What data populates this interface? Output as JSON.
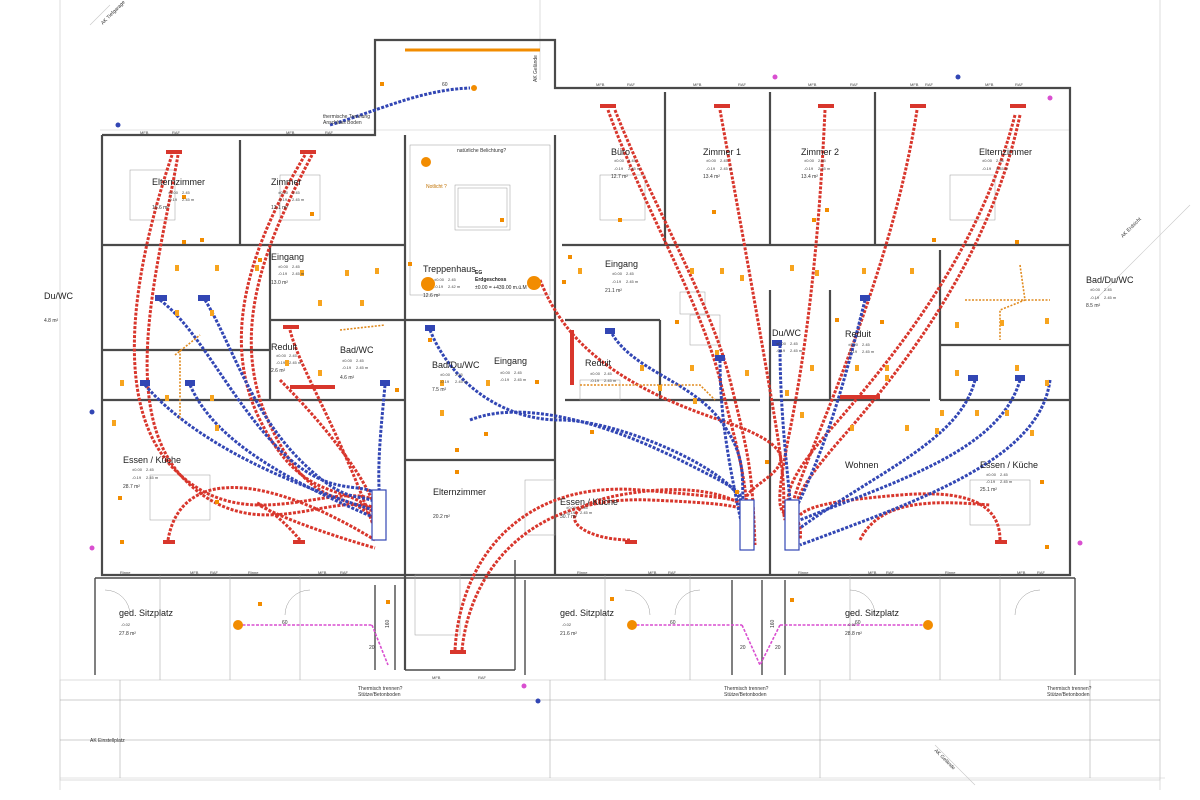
{
  "rooms": [
    {
      "id": "elternzimmer-left",
      "name": "Elternzimmer",
      "area": "15.6 m²",
      "l1": "±0.00",
      "l2": "-0.19",
      "r1": "2.45",
      "r2": "2.45 m"
    },
    {
      "id": "zimmer-left",
      "name": "Zimmer",
      "area": "13.1 m²",
      "l1": "±0.00",
      "l2": "-0.19",
      "r1": "2.45",
      "r2": "2.45 m"
    },
    {
      "id": "eingang-left",
      "name": "Eingang",
      "area": "13.0 m²",
      "l1": "±0.00",
      "l2": "-0.19",
      "r1": "2.45",
      "r2": "2.45 m"
    },
    {
      "id": "reduit-left",
      "name": "Reduit",
      "area": "2.6 m²",
      "l1": "±0.00",
      "l2": "-0.19",
      "r1": "2.45",
      "r2": "2.45 m"
    },
    {
      "id": "badwc-left",
      "name": "Bad/WC",
      "area": "4.6 m²",
      "l1": "±0.00",
      "l2": "-0.19",
      "r1": "2.45",
      "r2": "2.45 m"
    },
    {
      "id": "duwc-left",
      "name": "Du/WC",
      "area": "4.8 m²",
      "l1": "",
      "l2": "",
      "r1": "",
      "r2": ""
    },
    {
      "id": "essen-kueche-left",
      "name": "Essen / Küche",
      "area": "28.7 m²",
      "l1": "±0.00",
      "l2": "-0.19",
      "r1": "2.45",
      "r2": "2.45 m"
    },
    {
      "id": "treppenhaus",
      "name": "Treppenhaus",
      "area": "12.6 m²",
      "l1": "±0.00",
      "l2": "-0.19",
      "r1": "2.45",
      "r2": "2.42 m"
    },
    {
      "id": "bad-du-wc-center",
      "name": "Bad/Du/WC",
      "area": "7.5 m²",
      "l1": "±0.00",
      "l2": "-0.19",
      "r1": "2.45",
      "r2": "2.45 m"
    },
    {
      "id": "eingang-center",
      "name": "Eingang",
      "area": "",
      "l1": "±0.00",
      "l2": "-0.19",
      "r1": "2.45",
      "r2": "2.45 m"
    },
    {
      "id": "elternzimmer-center",
      "name": "Elternzimmer",
      "area": "20.2 m²",
      "l1": "",
      "l2": "",
      "r1": "",
      "r2": ""
    },
    {
      "id": "buero",
      "name": "Büro",
      "area": "12.7 m²",
      "l1": "±0.00",
      "l2": "-0.19",
      "r1": "2.45",
      "r2": "2.45 m"
    },
    {
      "id": "zimmer1",
      "name": "Zimmer 1",
      "area": "13.4 m²",
      "l1": "±0.00",
      "l2": "-0.19",
      "r1": "2.45",
      "r2": "2.45 m"
    },
    {
      "id": "zimmer2",
      "name": "Zimmer 2",
      "area": "13.4 m²",
      "l1": "±0.00",
      "l2": "-0.19",
      "r1": "2.45",
      "r2": "2.45 m"
    },
    {
      "id": "elternzimmer-right",
      "name": "Elternzimmer",
      "area": "",
      "l1": "±0.00",
      "l2": "-0.19",
      "r1": "2.45",
      "r2": "2.45 m"
    },
    {
      "id": "eingang-right",
      "name": "Eingang",
      "area": "21.1 m²",
      "l1": "±0.00",
      "l2": "-0.19",
      "r1": "2.45",
      "r2": "2.45 m"
    },
    {
      "id": "reduit-center",
      "name": "Reduit",
      "area": "",
      "l1": "±0.00",
      "l2": "-0.19",
      "r1": "2.45",
      "r2": "2.45 m"
    },
    {
      "id": "duwc-right",
      "name": "Du/WC",
      "area": "",
      "l1": "±0.00",
      "l2": "-0.19",
      "r1": "2.45",
      "r2": "2.45 m"
    },
    {
      "id": "reduit-right",
      "name": "Reduit",
      "area": "",
      "l1": "±0.00",
      "l2": "-0.19",
      "r1": "2.45",
      "r2": "2.45 m"
    },
    {
      "id": "bad-du-wc-right",
      "name": "Bad/Du/WC",
      "area": "8.5 m²",
      "l1": "±0.00",
      "l2": "-0.19",
      "r1": "2.45",
      "r2": "2.45 m"
    },
    {
      "id": "essen-kueche-center",
      "name": "Essen / Küche",
      "area": "30.7 m²",
      "l1": "±0.00",
      "l2": "-0.19",
      "r1": "2.45",
      "r2": "2.45 m"
    },
    {
      "id": "wohnen",
      "name": "Wohnen",
      "area": "",
      "l1": "",
      "l2": "",
      "r1": "",
      "r2": ""
    },
    {
      "id": "essen-kueche-right",
      "name": "Essen / Küche",
      "area": "25.1 m²",
      "l1": "±0.00",
      "l2": "-0.19",
      "r1": "2.45",
      "r2": "2.45 m"
    },
    {
      "id": "sitzplatz-left",
      "name": "ged. Sitzplatz",
      "area": "27.8 m²",
      "l1": "-0.02",
      "l2": "",
      "r1": "",
      "r2": ""
    },
    {
      "id": "sitzplatz-center",
      "name": "ged. Sitzplatz",
      "area": "21.6 m²",
      "l1": "-0.02",
      "l2": "",
      "r1": "",
      "r2": ""
    },
    {
      "id": "sitzplatz-right",
      "name": "ged. Sitzplatz",
      "area": "28.8 m²",
      "l1": "-0.02",
      "l2": "",
      "r1": "",
      "r2": ""
    }
  ],
  "labels": {
    "floor_code": "EG",
    "floor_name": "Erdgeschoss",
    "floor_level": "±0.00 = +439.00 m.ü.M",
    "thermal_top": "thermische Trennung",
    "thermal_top2": "Anschluss Boden",
    "natural_light": "natürliche Belichtung?",
    "emergency_light": "Notlicht ?",
    "thermal_bottom_left": "Thermisch trennen?",
    "thermal_bottom_left2": "Stütze/Betonboden",
    "thermal_bottom_center": "Thermisch trennen?",
    "thermal_bottom_center2": "Stütze/Betonboden",
    "thermal_bottom_right": "Thermisch trennen?",
    "thermal_bottom_right2": "Stütze/Betonboden",
    "ak_einstellplatz": "AK Einstellplatz",
    "ak_tiefgarage": "AK Tiefgarage",
    "ak_gelaende_right": "AK Gelände",
    "ak_gelaende_bottom": "AK Gelände",
    "ak_erdsicht": "AK Erdsicht",
    "mfb": "MFB",
    "raf": "RAF",
    "rinne": "Rinne",
    "dim_60_a": "60",
    "dim_60_b": "60",
    "dim_60_c": "60",
    "dim_60_d": "60",
    "dim_160_a": "160",
    "dim_160_b": "160",
    "dim_20_a": "20",
    "dim_20_b": "20",
    "dim_20_c": "20"
  },
  "colors": {
    "heating": "#d8362c",
    "cooling": "#3246b4",
    "gas": "#e08a1e",
    "light": "#f28c00",
    "drain": "#d94fd0",
    "walls": "#4a4a4a",
    "fine": "#8a8a8a"
  }
}
